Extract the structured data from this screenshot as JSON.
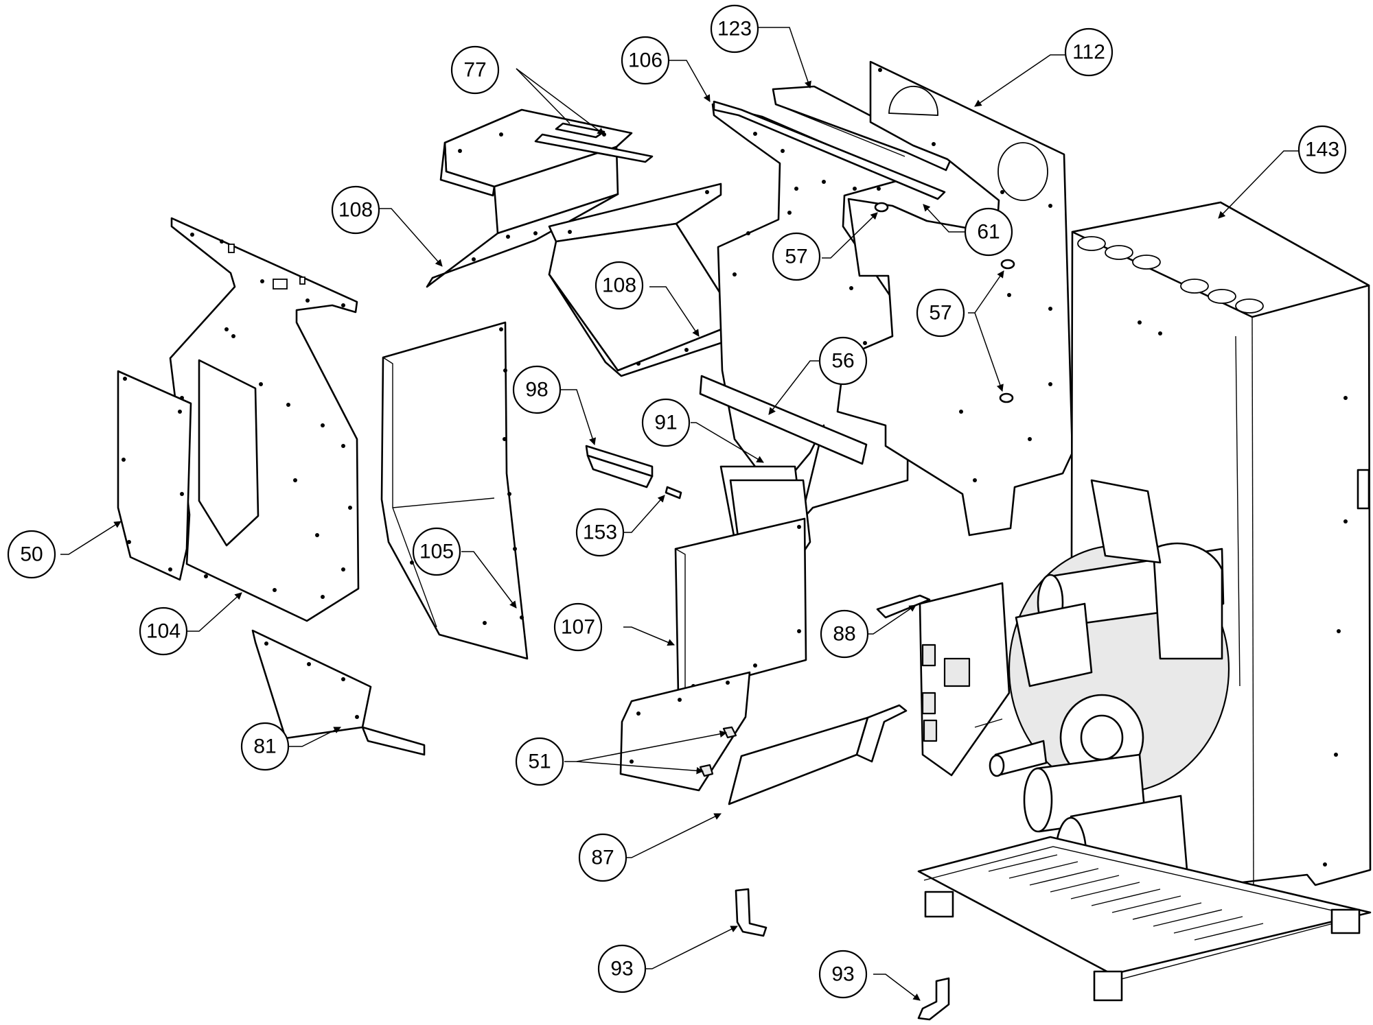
{
  "callouts": [
    {
      "id": "c-123",
      "label": "123"
    },
    {
      "id": "c-112",
      "label": "112"
    },
    {
      "id": "c-106",
      "label": "106"
    },
    {
      "id": "c-77",
      "label": "77"
    },
    {
      "id": "c-143",
      "label": "143"
    },
    {
      "id": "c-108a",
      "label": "108"
    },
    {
      "id": "c-61",
      "label": "61"
    },
    {
      "id": "c-57a",
      "label": "57"
    },
    {
      "id": "c-108b",
      "label": "108"
    },
    {
      "id": "c-57b",
      "label": "57"
    },
    {
      "id": "c-56",
      "label": "56"
    },
    {
      "id": "c-98",
      "label": "98"
    },
    {
      "id": "c-91",
      "label": "91"
    },
    {
      "id": "c-153",
      "label": "153"
    },
    {
      "id": "c-50",
      "label": "50"
    },
    {
      "id": "c-105",
      "label": "105"
    },
    {
      "id": "c-104",
      "label": "104"
    },
    {
      "id": "c-107",
      "label": "107"
    },
    {
      "id": "c-88",
      "label": "88"
    },
    {
      "id": "c-81",
      "label": "81"
    },
    {
      "id": "c-51",
      "label": "51"
    },
    {
      "id": "c-87",
      "label": "87"
    },
    {
      "id": "c-93a",
      "label": "93"
    },
    {
      "id": "c-93b",
      "label": "93"
    }
  ]
}
